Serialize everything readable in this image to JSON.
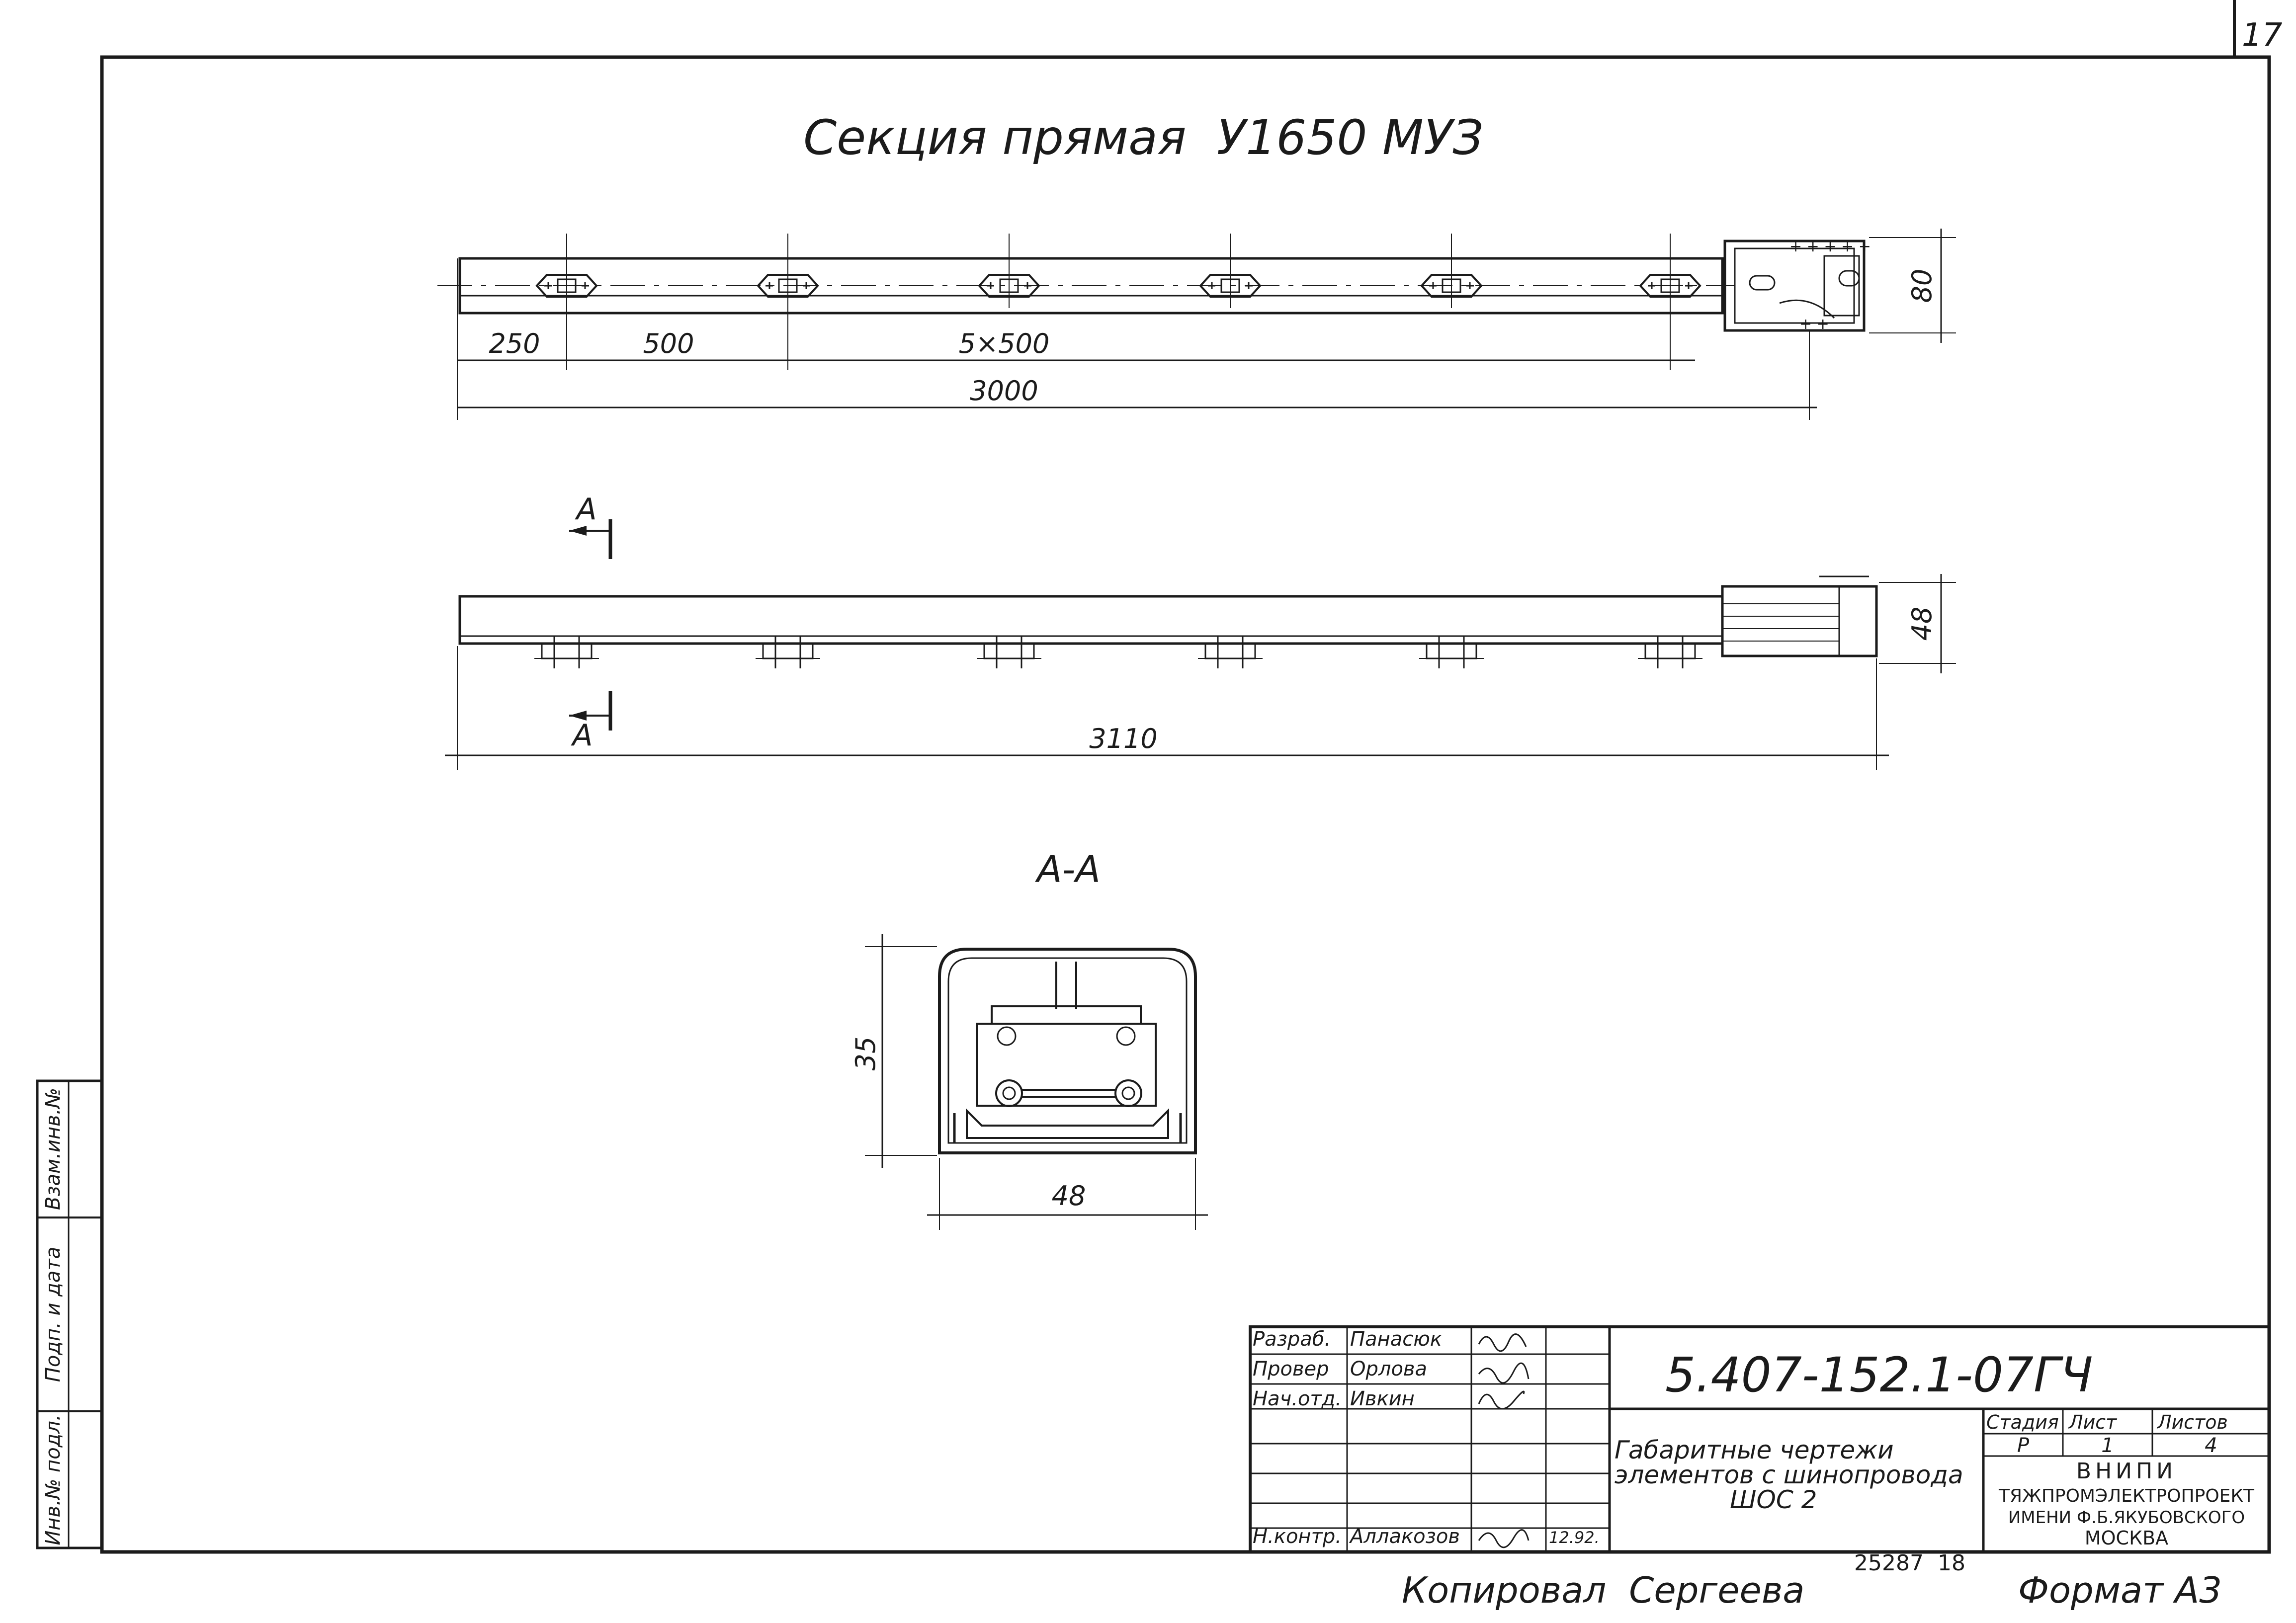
{
  "page_number": "17",
  "title": "Секция прямая  У1650 МУЗ",
  "top_view": {
    "dims": {
      "d1": "250",
      "d2": "500",
      "d3": "5×500",
      "total": "3000",
      "height": "80"
    }
  },
  "side_view": {
    "section_mark": "А",
    "dims": {
      "total": "3110",
      "height": "48"
    }
  },
  "section_view": {
    "title": "А-А",
    "dims": {
      "height": "35",
      "width": "48"
    }
  },
  "title_block": {
    "roles": [
      "Разраб.",
      "Провер",
      "Нач.отд.",
      "",
      "",
      "",
      "Н.контр."
    ],
    "names": [
      "Панасюк",
      "Орлова",
      "Ивкин",
      "",
      "",
      "",
      "Аллакозов"
    ],
    "contr_date": "12.92.",
    "designation": "5.407-152.1-07ГЧ",
    "doc_title": [
      "Габаритные чертежи",
      "элементов с шинопровода",
      "ШОС 2"
    ],
    "col_headers": {
      "stage": "Стадия",
      "sheet": "Лист",
      "sheets": "Листов"
    },
    "stage": "Р",
    "sheet": "1",
    "sheets": "4",
    "org": [
      "ВНИПИ",
      "ТЯЖПРОМЭЛЕКТРОПРОЕКТ",
      "ИМЕНИ Ф.Б.ЯКУБОВСКОГО",
      "МОСКВА"
    ]
  },
  "side_stamp": [
    "Инв.№ подл.",
    "Подп. и дата",
    "Взам.инв.№"
  ],
  "archive_number": "25287  18",
  "copied_by": "Копировал  Сергеева",
  "format": "Формат А3"
}
